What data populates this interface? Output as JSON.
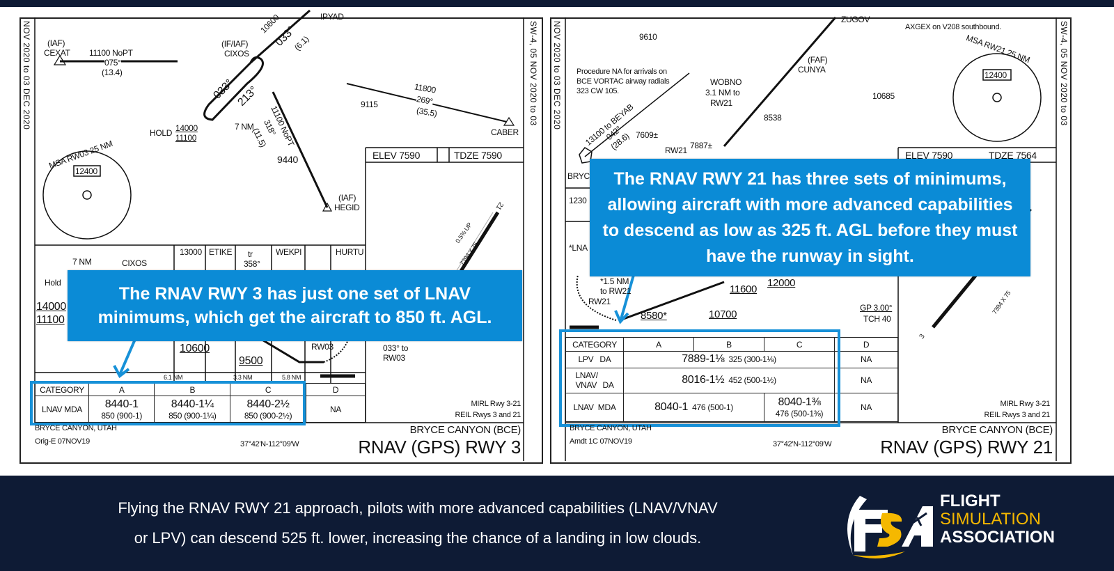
{
  "colors": {
    "navy": "#0e1b35",
    "callout": "#0b8bd6",
    "highlight": "#1791d8",
    "logo_yellow": "#f5b800"
  },
  "left_chart": {
    "side_left": "NOV 2020 to 03 DEC 2020",
    "side_right": "SW-4, 05 NOV 2020 to 03",
    "plan": {
      "cexat_iaf": "(IAF)",
      "cexat": "CEXAT",
      "cexat_alt": "11100 NoPT",
      "cexat_crs": "075°",
      "cexat_dist": "(13.4)",
      "cixos_iaf": "(IF/IAF)",
      "cixos": "CIXOS",
      "crs_033": "033°",
      "crs_213": "213°",
      "hold": "HOLD",
      "hold_hi": "14000",
      "hold_lo": "11100",
      "hold_len": "7 NM",
      "ipyad": "IPYAD",
      "seg_alt": "10600",
      "seg_crs": "033°",
      "seg_dist": "(6.1)",
      "elev_9115": "9115",
      "caber_alt": "11800",
      "caber_crs": "269°",
      "caber_dist": "(35.5)",
      "caber": "CABER",
      "hegid_seg": "11100 NoPT",
      "hegid_crs": "318°",
      "hegid_dist": "(11.5)",
      "elev_9440": "9440",
      "hegid_iaf": "(IAF)",
      "hegid": "HEGID",
      "msa": "MSA RW03 25 NM",
      "msa_alt": "12400",
      "elev": "ELEV",
      "elev_val": "7590",
      "tdze": "TDZE",
      "tdze_val": "7590",
      "grade": "0.5% UP",
      "rwy_dim": "7394 X 75",
      "rwy_21": "21"
    },
    "profile": {
      "cixos": "CIXOS",
      "hold": "Hold",
      "hold_nm": "7 NM",
      "alt_13000": "13000",
      "etike": "ETIKE",
      "tr": "tr",
      "tr_crs": "358°",
      "wekpi": "WEKPI",
      "hurtu": "HURTU",
      "alt_14000": "14000",
      "alt_11100": "11100",
      "alt_10600": "10600",
      "alt_9500": "9500",
      "rw03": "RW03",
      "missed": "033° to",
      "missed2": "RW03",
      "d1": "6.1 NM",
      "d2": "3.3 NM",
      "d3": "5.8 NM"
    },
    "callout": "The RNAV RWY 3 has just one set of LNAV minimums, which get the aircraft to 850 ft. AGL.",
    "minimums": {
      "headers": [
        "CATEGORY",
        "A",
        "B",
        "C",
        "D"
      ],
      "rows": [
        {
          "label": "LNAV MDA",
          "cells": [
            [
              "8440-1",
              "850 (900-1)"
            ],
            [
              "8440-1¼",
              "850 (900-1¼)"
            ],
            [
              "8440-2½",
              "850 (900-2½)"
            ]
          ],
          "d": "NA"
        }
      ]
    },
    "lighting": [
      "MIRL Rwy 3-21",
      "REIL Rwys 3 and 21"
    ],
    "city": "BRYCE CANYON, UTAH",
    "amdt": "Orig-E  07NOV19",
    "coords": "37°42′N-112°09′W",
    "airport": "BRYCE CANYON (BCE)",
    "title": "RNAV (GPS) RWY 3"
  },
  "right_chart": {
    "side_left": "NOV 2020 to 03 DEC 2020",
    "side_right": "SW-4, 05 NOV 2020 to 03",
    "plan": {
      "zugov": "ZUGOV",
      "note_top": "AXGEX on V208 southbound.",
      "elev_9610": "9610",
      "note": [
        "Procedure NA for arrivals on",
        "BCE VORTAC airway radials",
        "323 CW 105."
      ],
      "faf": "(FAF)",
      "cunya": "CUNYA",
      "wobno": "WOBNO",
      "wobno_d1": "3.1 NM to",
      "wobno_d2": "RW21",
      "elev_10685": "10685",
      "elev_8538": "8538",
      "elev_7609": "7609±",
      "elev_7887": "7887±",
      "rw21": "RW21",
      "beyab_alt": "13100 to BEYAB",
      "beyab_crs": "042°",
      "beyab_dist": "(28.6)",
      "bryce": "BRYC",
      "msa": "MSA RW21 25 NM",
      "msa_alt": "12400",
      "elev": "ELEV",
      "elev_val": "7590",
      "tdze": "TDZE",
      "tdze_val": "7564",
      "rwy_dim": "7394 X 75",
      "rwy_3": "3"
    },
    "profile": {
      "alt_1230": "1230",
      "lnav": "*LNA",
      "d15": "*1.5 NM",
      "to_rw21": "to RW21",
      "rw21": "RW21",
      "alt_8580": "8580*",
      "alt_10700": "10700",
      "alt_11600": "11600",
      "alt_12000": "12000",
      "gp": "GP 3.00°",
      "tch": "TCH 40"
    },
    "callout": "The RNAV RWY 21 has three sets of minimums, allowing aircraft with more advanced capabilities to descend as low as 325 ft. AGL before they must have the runway in sight.",
    "minimums": {
      "headers": [
        "CATEGORY",
        "A",
        "B",
        "C",
        "D"
      ],
      "rows": [
        {
          "label": "LPV",
          "type": "DA",
          "value": "7889-1⅛",
          "agl": "325 (300-1⅛)",
          "d": "NA"
        },
        {
          "label": "LNAV/ VNAV",
          "type": "DA",
          "value": "8016-1½",
          "agl": "452 (500-1½)",
          "d": "NA"
        },
        {
          "label": "LNAV",
          "type": "MDA",
          "value": "8040-1",
          "agl": "476 (500-1)",
          "c_value": "8040-1⅜",
          "c_agl": "476 (500-1⅜)",
          "d": "NA"
        }
      ]
    },
    "lighting": [
      "MIRL Rwy 3-21",
      "REIL Rwys 3 and 21"
    ],
    "city": "BRYCE CANYON, UTAH",
    "amdt": "Amdt 1C  07NOV19",
    "coords": "37°42′N-112°09′W",
    "airport": "BRYCE CANYON (BCE)",
    "title": "RNAV (GPS) RWY 21"
  },
  "footer": {
    "line1": "Flying the RNAV RWY 21 approach, pilots with more advanced capabilities (LNAV/VNAV",
    "line2": "or LPV) can descend 525 ft. lower, increasing the chance of a landing in low clouds.",
    "logo": {
      "mark": "FSA",
      "word1": "FLIGHT",
      "word2": "SIMULATION",
      "word3": "ASSOCIATION"
    }
  }
}
